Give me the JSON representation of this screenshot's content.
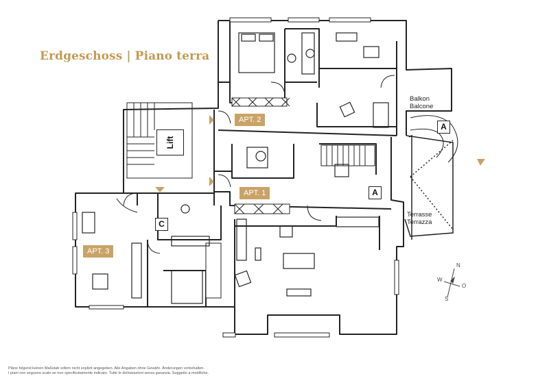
{
  "title": "Erdgeschoss | Piano terra",
  "apartments": [
    "APT. 2",
    "APT. 1",
    "APT. 3"
  ],
  "areas": {
    "balcony": [
      "Balkon",
      "Balcone"
    ],
    "terrace": [
      "Terrasse",
      "Terrazza"
    ],
    "lift": "Lift"
  },
  "markers": {
    "a1": "A",
    "a2": "A",
    "c": "C"
  },
  "compass": {
    "n": "N",
    "s": "S",
    "w": "W",
    "o": "O"
  },
  "disclaimer": [
    "Pläne folgend keinen Maßstab sofern nicht explizit angegeben. Alle Angaben ohne Gewähr. Änderungen vorbehalten.",
    "I piani non seguono scale se non specificatamente indicato. Tutte le dichiarazioni senza garanzia. Soggetto a modifiche."
  ],
  "colors": {
    "accent": "#c9a366",
    "title": "#c49a52",
    "wall": "#222222"
  }
}
